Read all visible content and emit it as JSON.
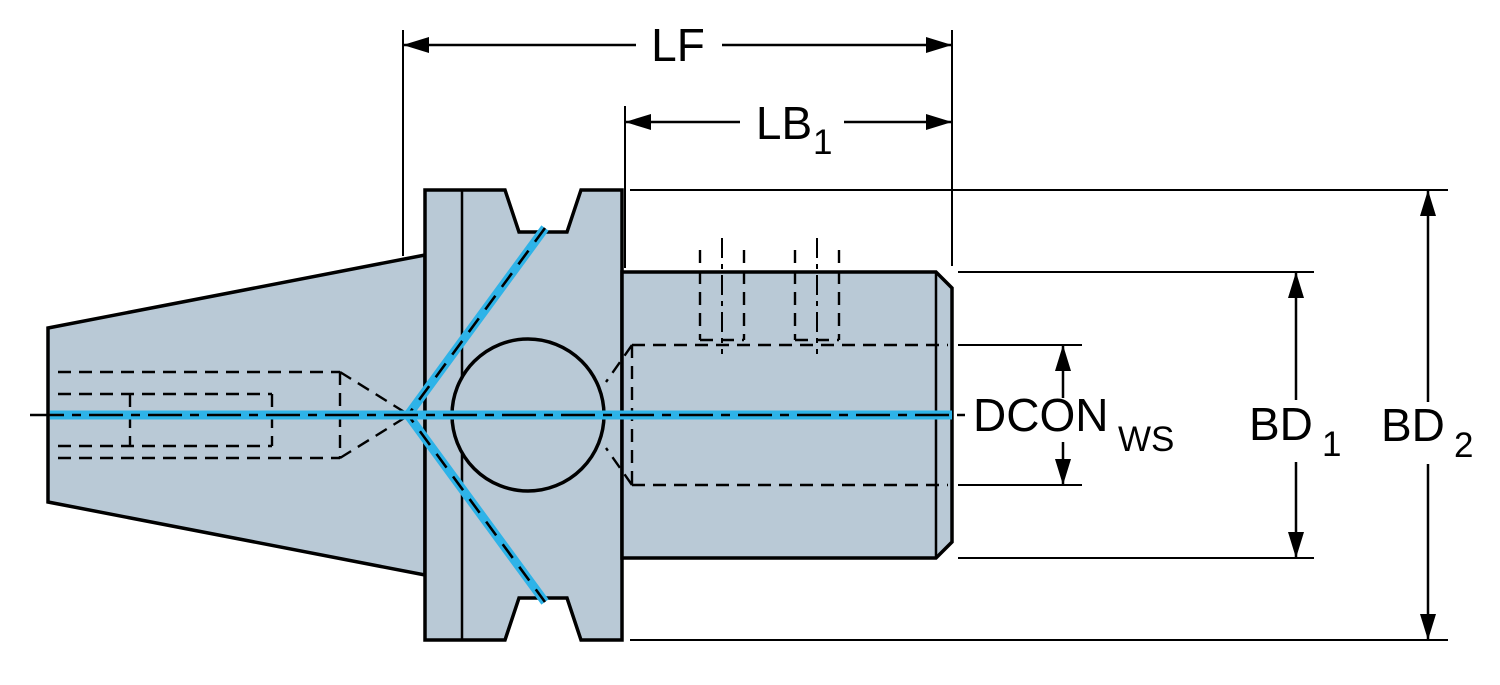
{
  "diagram": {
    "type": "technical-dimension-drawing",
    "subject": "tool holder adapter side view with coolant channels and dimension callouts",
    "labels": {
      "lf": {
        "base": "LF",
        "sub": ""
      },
      "lb1": {
        "base": "LB",
        "sub": "1"
      },
      "dcon": {
        "base": "DCON",
        "sub": "WS"
      },
      "bd1": {
        "base": "BD",
        "sub": "1"
      },
      "bd2": {
        "base": "BD",
        "sub": "2"
      }
    },
    "colors": {
      "background": "#ffffff",
      "part_fill": "#b9c9d6",
      "outline": "#000000",
      "coolant_highlight": "#2eb3e8"
    }
  }
}
